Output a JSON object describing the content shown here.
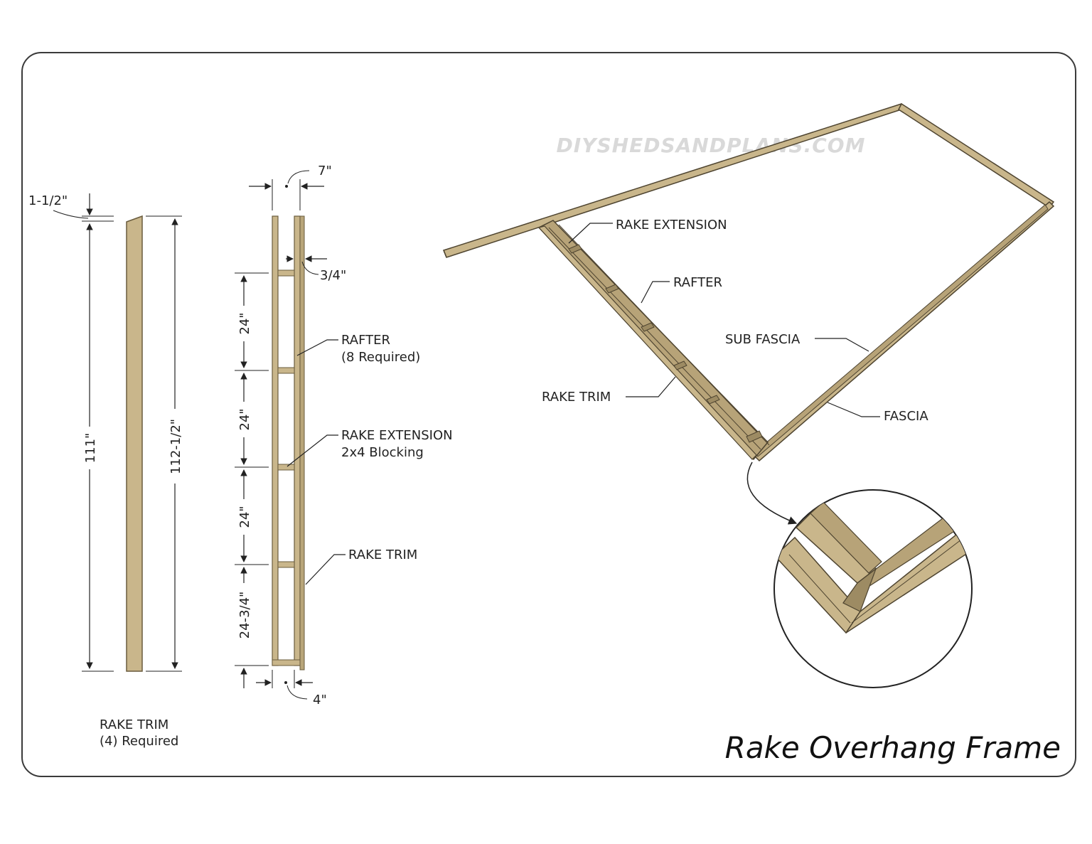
{
  "title": "Rake Overhang Frame",
  "watermark": "DIYSHEDSANDPLANS.COM",
  "colors": {
    "wood": "#c9b68b",
    "wood_dark": "#8d7c55",
    "line": "#222222",
    "frame_border": "#3a3a3a"
  },
  "trim_piece": {
    "label_line1": "RAKE TRIM",
    "label_line2": "(4) Required",
    "dim_top": "1-1/2\"",
    "dim_inner_length": "111\"",
    "dim_outer_length": "112-1/2\""
  },
  "rafter_elevation": {
    "dim_width_top": "7\"",
    "dim_trim_thickness": "3/4\"",
    "dim_spacing_1": "24\"",
    "dim_spacing_2": "24\"",
    "dim_spacing_3": "24\"",
    "dim_spacing_4": "24-3/4\"",
    "dim_width_bottom": "4\"",
    "callout_rafter_line1": "RAFTER",
    "callout_rafter_line2": "(8 Required)",
    "callout_extension_line1": "RAKE EXTENSION",
    "callout_extension_line2": "2x4 Blocking",
    "callout_trim": "RAKE TRIM"
  },
  "iso_view": {
    "callout_rake_extension": "RAKE EXTENSION",
    "callout_rafter": "RAFTER",
    "callout_sub_fascia": "SUB FASCIA",
    "callout_rake_trim": "RAKE TRIM",
    "callout_fascia": "FASCIA"
  }
}
